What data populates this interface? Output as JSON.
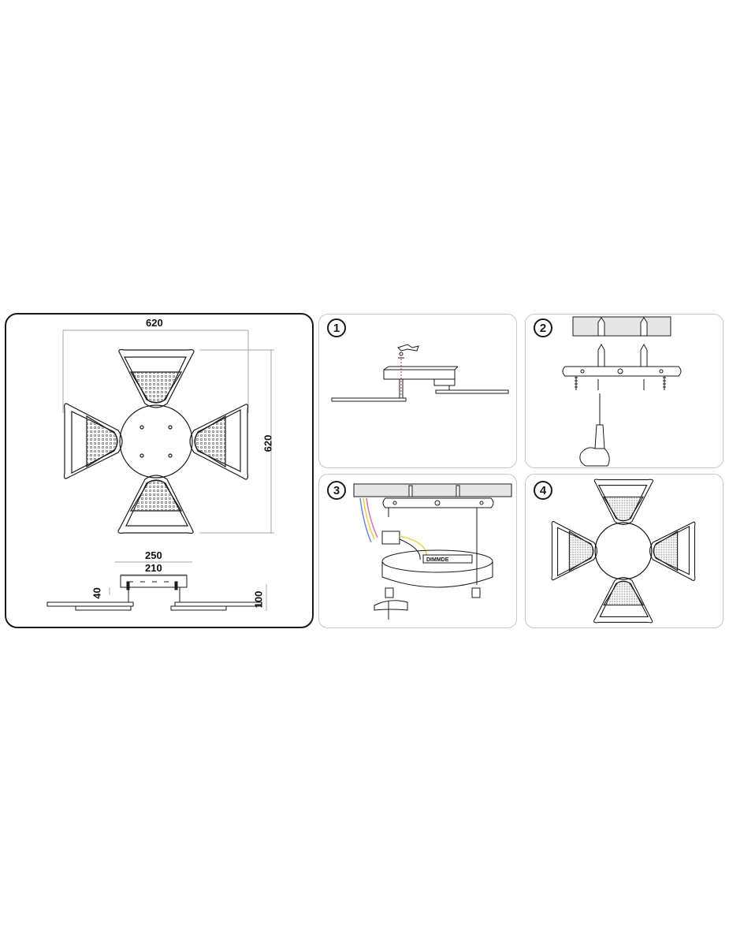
{
  "dimensions": {
    "width_top": "620",
    "height_side": "620",
    "base_outer": "250",
    "base_inner": "210",
    "base_height": "40",
    "total_height": "100"
  },
  "steps": [
    {
      "number": "1"
    },
    {
      "number": "2"
    },
    {
      "number": "3",
      "driver_label": "DIMMDE"
    },
    {
      "number": "4"
    }
  ],
  "colors": {
    "line": "#1a1a1a",
    "panel_border": "#c8c8c8",
    "ceiling_fill": "#e6e6e6",
    "wire_red": "#e03a3a",
    "wire_yellow": "#e8d24a",
    "wire_blue": "#6f86d6",
    "wire_pink": "#d86fb0"
  }
}
